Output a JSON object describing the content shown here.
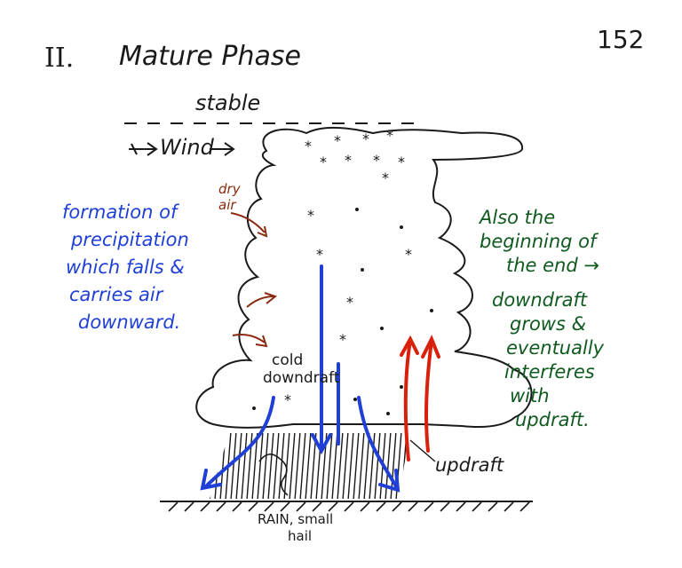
{
  "header": {
    "roman": "II.",
    "title": "Mature Phase",
    "page_number": "152"
  },
  "labels": {
    "stable": "stable",
    "wind": "Wind",
    "dry_air": [
      "dry",
      "air"
    ],
    "cold_downdraft": [
      "cold",
      "downdraft"
    ],
    "updraft": "updraft",
    "rain": [
      "RAIN, small",
      "hail"
    ]
  },
  "notes": {
    "left": [
      "formation of",
      "precipitation",
      "which falls &",
      "carries air",
      "downward."
    ],
    "right": [
      "Also the",
      "beginning of",
      "the end →",
      "downdraft",
      "grows &",
      "eventually",
      "interferes",
      "with",
      "updraft."
    ]
  },
  "colors": {
    "ink": "#1a1a1a",
    "blue": "#1f3fd6",
    "green": "#0f5a1e",
    "red": "#d8200c",
    "brown": "#8a2a10"
  }
}
